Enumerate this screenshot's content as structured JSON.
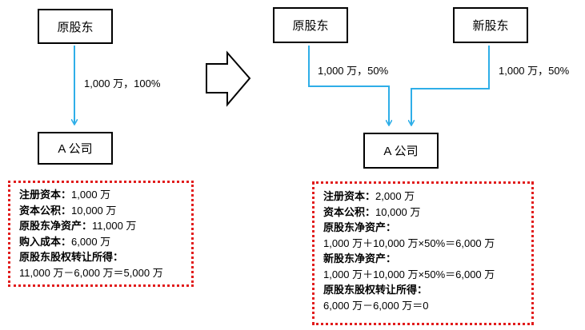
{
  "colors": {
    "arrow": "#2eaee8",
    "box_border": "#e11b1b",
    "node_border": "#000000"
  },
  "before": {
    "shareholder": "原股东",
    "edge_label": "1,000 万，100%",
    "company": "A 公司",
    "info": [
      {
        "label": "注册资本：",
        "value": "1,000 万"
      },
      {
        "label": "资本公积：",
        "value": "10,000 万"
      },
      {
        "label": "原股东净资产：",
        "value": "11,000 万"
      },
      {
        "label": "购入成本：",
        "value": "6,000 万"
      },
      {
        "label": "原股东股权转让所得：",
        "value": ""
      },
      {
        "label": "",
        "value": "11,000 万－6,000 万＝5,000 万"
      }
    ]
  },
  "transition_icon": "right-arrow-outline",
  "after": {
    "old_shareholder": "原股东",
    "new_shareholder": "新股东",
    "old_edge_label": "1,000 万，50%",
    "new_edge_label": "1,000 万，50%",
    "company": "A 公司",
    "info": [
      {
        "label": "注册资本：",
        "value": "2,000 万"
      },
      {
        "label": "资本公积：",
        "value": "10,000 万"
      },
      {
        "label": "原股东净资产：",
        "value": ""
      },
      {
        "label": "",
        "value": "1,000 万＋10,000 万×50%＝6,000 万"
      },
      {
        "label": "新股东净资产：",
        "value": ""
      },
      {
        "label": "",
        "value": "1,000 万＋10,000 万×50%＝6,000 万"
      },
      {
        "label": "原股东股权转让所得：",
        "value": ""
      },
      {
        "label": "",
        "value": "6,000 万－6,000 万＝0"
      }
    ]
  }
}
